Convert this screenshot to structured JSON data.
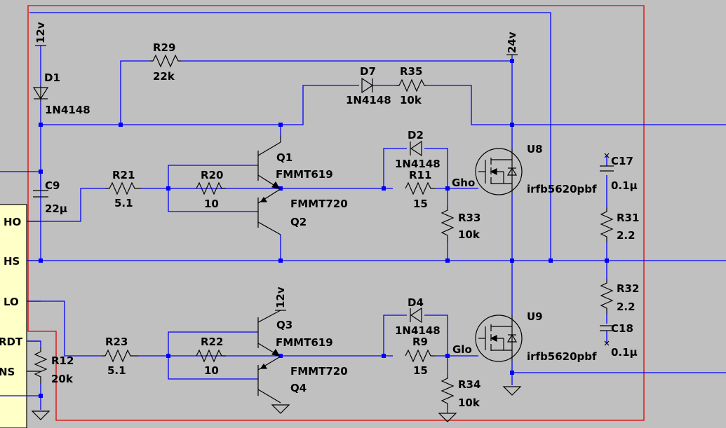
{
  "colors": {
    "background": "#c0c0c0",
    "wire": "#0000ff",
    "component": "#000000",
    "selection_box": "#e00000",
    "ic_fill": "#ffffc8"
  },
  "nets": {
    "v12_top": "12v",
    "v24": "24v",
    "v12_q": "12v",
    "gho": "Gho",
    "glo": "Glo"
  },
  "ic_pins": {
    "ho": "HO",
    "hs": "HS",
    "lo": "LO",
    "rdt": "RDT",
    "ns": "NS"
  },
  "parts": {
    "D1": {
      "ref": "D1",
      "value": "1N4148"
    },
    "C9": {
      "ref": "C9",
      "value": "22µ"
    },
    "R29": {
      "ref": "R29",
      "value": "22k"
    },
    "D7": {
      "ref": "D7",
      "value": "1N4148"
    },
    "R35": {
      "ref": "R35",
      "value": "10k"
    },
    "R21": {
      "ref": "R21",
      "value": "5.1"
    },
    "R20": {
      "ref": "R20",
      "value": "10"
    },
    "Q1": {
      "ref": "Q1",
      "value": "FMMT619"
    },
    "Q2": {
      "ref": "Q2",
      "value": "FMMT720"
    },
    "D2": {
      "ref": "D2",
      "value": "1N4148"
    },
    "R11": {
      "ref": "R11",
      "value": "15"
    },
    "R33": {
      "ref": "R33",
      "value": "10k"
    },
    "U8": {
      "ref": "U8",
      "value": "irfb5620pbf"
    },
    "C17": {
      "ref": "C17",
      "value": "0.1µ"
    },
    "R31": {
      "ref": "R31",
      "value": "2.2"
    },
    "R32": {
      "ref": "R32",
      "value": "2.2"
    },
    "C18": {
      "ref": "C18",
      "value": "0.1µ"
    },
    "R12": {
      "ref": "R12",
      "value": "20k"
    },
    "R23": {
      "ref": "R23",
      "value": "5.1"
    },
    "R22": {
      "ref": "R22",
      "value": "10"
    },
    "Q3": {
      "ref": "Q3",
      "value": "FMMT619"
    },
    "Q4": {
      "ref": "Q4",
      "value": "FMMT720"
    },
    "D4": {
      "ref": "D4",
      "value": "1N4148"
    },
    "R9": {
      "ref": "R9",
      "value": "15"
    },
    "R34": {
      "ref": "R34",
      "value": "10k"
    },
    "U9": {
      "ref": "U9",
      "value": "irfb5620pbf"
    }
  }
}
